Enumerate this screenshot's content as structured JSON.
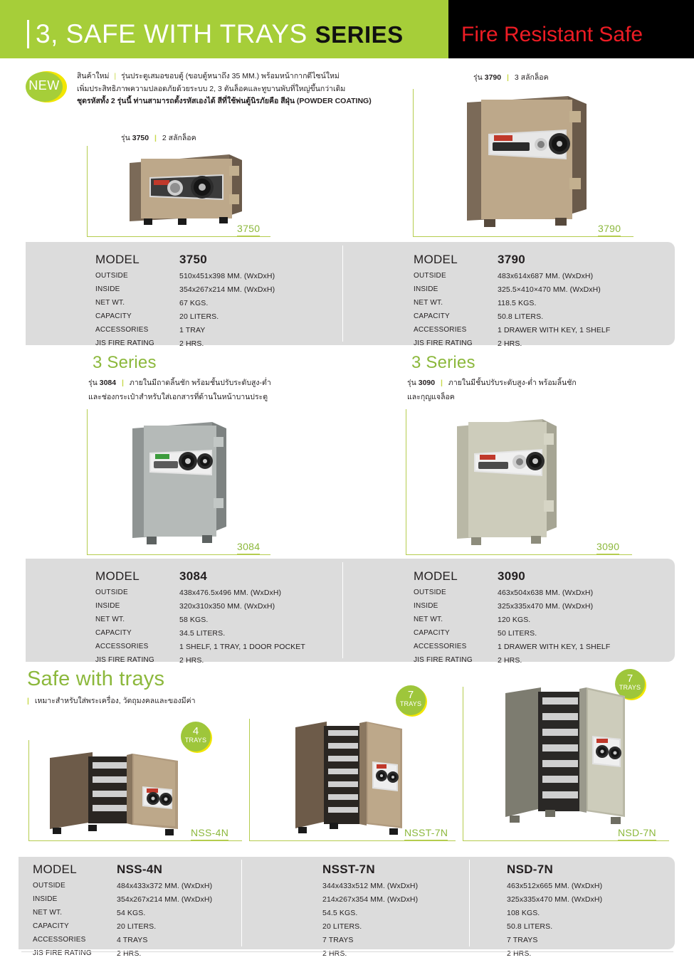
{
  "header": {
    "title_main": "3, SAFE WITH TRAYS",
    "title_series": "SERIES",
    "subtitle": "Fire Resistant Safe",
    "green_hex": "#a6ce39",
    "red_hex": "#ed1c24"
  },
  "intro": {
    "badge": "NEW",
    "line1_a": "สินค้าใหม่",
    "line1_b": "รุ่นประตูเสมอขอบตู้ (ขอบตู้หนาถึง 35 MM.) พร้อมหน้ากากดีไซน์ใหม่",
    "line2": "เพิ่มประสิทธิภาพความปลอดภัยด้วยระบบ 2, 3 ตันล็อคและทูบานพับที่ใหญ่ขึ้นกว่าเดิม",
    "line3": "ชุดรหัสทั้ง 2 รุ่นนี้ ท่านสามารถตั้งรหัสเองได้ สีที่ใช้พ่นตู้นิรภัยคือ สีฝุ่น (POWDER COATING)"
  },
  "row1": {
    "left": {
      "run_prefix": "รุ่น",
      "run_model": "3750",
      "run_desc": "2 สลักล็อค",
      "caption": "3750"
    },
    "right": {
      "run_prefix": "รุ่น",
      "run_model": "3790",
      "run_desc": "3 สลักล็อค",
      "caption": "3790"
    }
  },
  "row2": {
    "left": {
      "series_heading": "3 Series",
      "run_prefix": "รุ่น",
      "run_model": "3084",
      "run_desc_l1": "ภายในมีถาดลิ้นชัก พร้อมชั้นปรับระดับสูง-ต่ำ",
      "run_desc_l2": "และช่องกระเป๋าสำหรับใส่เอกสารที่ด้านในหน้าบานประตู",
      "caption": "3084"
    },
    "right": {
      "series_heading": "3 Series",
      "run_prefix": "รุ่น",
      "run_model": "3090",
      "run_desc_l1": "ภายในมีชั้นปรับระดับสูง-ต่ำ พร้อมลิ้นชัก",
      "run_desc_l2": "และกุญแจล็อค",
      "caption": "3090"
    }
  },
  "row3": {
    "heading": "Safe with trays",
    "subtitle": "เหมาะสำหรับใส่พระเครื่อง, วัตถุมงคลและของมีค่า",
    "items": [
      {
        "caption": "NSS-4N",
        "trays_num": "4",
        "trays_word": "TRAYS"
      },
      {
        "caption": "NSST-7N",
        "trays_num": "7",
        "trays_word": "TRAYS"
      },
      {
        "caption": "NSD-7N",
        "trays_num": "7",
        "trays_word": "TRAYS"
      }
    ]
  },
  "spec_labels": {
    "model": "MODEL",
    "outside": "OUTSIDE",
    "inside": "INSIDE",
    "net_wt": "NET WT.",
    "capacity": "CAPACITY",
    "accessories": "ACCESSORIES",
    "fire_rating": "JIS FIRE RATING"
  },
  "specs": {
    "m3750": {
      "model": "3750",
      "outside": "510x451x398 MM. (WxDxH)",
      "inside": "354x267x214 MM. (WxDxH)",
      "net_wt": "67 KGS.",
      "capacity": "20 LITERS.",
      "accessories": "1 TRAY",
      "fire_rating": "2 HRS."
    },
    "m3790": {
      "model": "3790",
      "outside": "483x614x687 MM. (WxDxH)",
      "inside": "325.5×410×470  MM. (WxDxH)",
      "net_wt": "118.5 KGS.",
      "capacity": "50.8 LITERS.",
      "accessories": "1 DRAWER WITH KEY, 1 SHELF",
      "fire_rating": "2 HRS."
    },
    "m3084": {
      "model": "3084",
      "outside": "438x476.5x496 MM. (WxDxH)",
      "inside": "320x310x350 MM. (WxDxH)",
      "net_wt": "58 KGS.",
      "capacity": "34.5 LITERS.",
      "accessories": "1 SHELF, 1 TRAY, 1 DOOR POCKET",
      "fire_rating": "2 HRS."
    },
    "m3090": {
      "model": "3090",
      "outside": "463x504x638 MM. (WxDxH)",
      "inside": "325x335x470 MM. (WxDxH)",
      "net_wt": "120 KGS.",
      "capacity": "50 LITERS.",
      "accessories": "1 DRAWER WITH KEY, 1 SHELF",
      "fire_rating": "2 HRS."
    },
    "nss4n": {
      "model": "NSS-4N",
      "outside": "484x433x372 MM. (WxDxH)",
      "inside": "354x267x214 MM. (WxDxH)",
      "net_wt": "54 KGS.",
      "capacity": "20 LITERS.",
      "accessories": "4 TRAYS",
      "fire_rating": "2 HRS."
    },
    "nsst7n": {
      "model": "NSST-7N",
      "outside": "344x433x512 MM. (WxDxH)",
      "inside": "214x267x354 MM. (WxDxH)",
      "net_wt": "54.5 KGS.",
      "capacity": "20 LITERS.",
      "accessories": "7 TRAYS",
      "fire_rating": "2 HRS."
    },
    "nsd7n": {
      "model": "NSD-7N",
      "outside": "463x512x665 MM. (WxDxH)",
      "inside": "325x335x470 MM. (WxDxH)",
      "net_wt": "108 KGS.",
      "capacity": "50.8 LITERS.",
      "accessories": "7 TRAYS",
      "fire_rating": "2 HRS."
    }
  },
  "colors": {
    "brand_green": "#8cb83c",
    "panel_gray": "#dcdcdc",
    "safe_body": "#b09a7e",
    "safe_dark": "#6d5f50"
  }
}
